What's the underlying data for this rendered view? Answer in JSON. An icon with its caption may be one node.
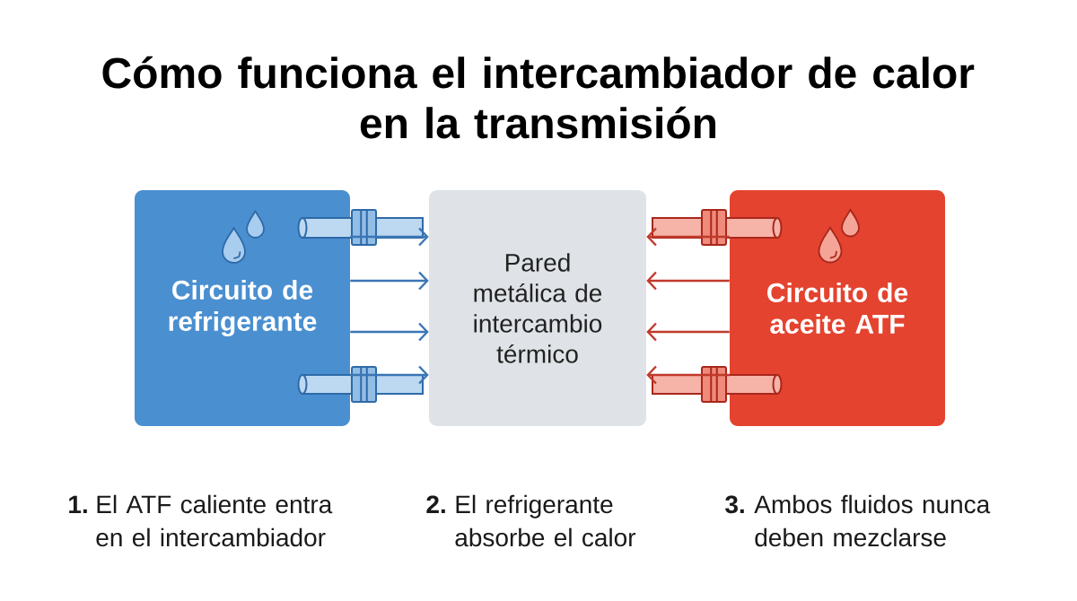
{
  "diagram": {
    "title": "Cómo funciona el intercambiador de calor en la transmisión",
    "nodes": [
      {
        "text": [
          "Circuito de refrigerante"
        ]
      },
      {
        "text": [
          "Pared metálica de intercambio térmico"
        ]
      },
      {
        "text": [
          "Circuito de aceite ATF"
        ]
      }
    ],
    "edges": [
      {
        "from": 0,
        "to": 1,
        "arrow": "to",
        "color": "#3a76b5"
      },
      {
        "from": 0,
        "to": 1,
        "arrow": "to",
        "color": "#3a76b5"
      },
      {
        "from": 0,
        "to": 1,
        "arrow": "to",
        "color": "#3a76b5"
      },
      {
        "from": 0,
        "to": 1,
        "arrow": "to",
        "color": "#3a76b5"
      },
      {
        "from": 2,
        "to": 1,
        "arrow": "to",
        "color": "#c0392b"
      },
      {
        "from": 2,
        "to": 1,
        "arrow": "to",
        "color": "#c0392b"
      },
      {
        "from": 2,
        "to": 1,
        "arrow": "to",
        "color": "#c0392b"
      },
      {
        "from": 2,
        "to": 1,
        "arrow": "to",
        "color": "#c0392b"
      }
    ],
    "labels": [
      "1.",
      "El ATF caliente entra en el intercambiador",
      "2.",
      "El refrigerante absorbe el calor",
      "3.",
      "Ambos fluidos nunca deben mezclarse"
    ]
  }
}
